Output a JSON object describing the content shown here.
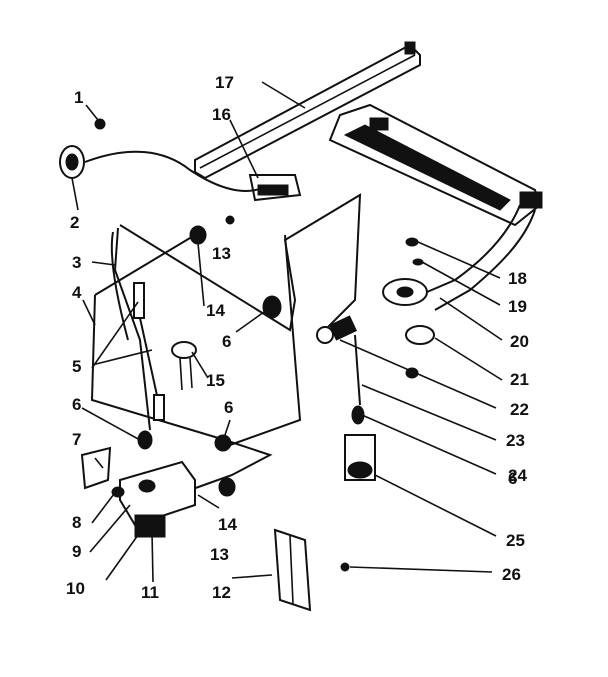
{
  "callouts": [
    {
      "id": "c1",
      "text": "1"
    },
    {
      "id": "c2",
      "text": "2"
    },
    {
      "id": "c3",
      "text": "3"
    },
    {
      "id": "c4",
      "text": "4"
    },
    {
      "id": "c5",
      "text": "5"
    },
    {
      "id": "c6a",
      "text": "6"
    },
    {
      "id": "c6b",
      "text": "6"
    },
    {
      "id": "c6c",
      "text": "6"
    },
    {
      "id": "c6d",
      "text": "6"
    },
    {
      "id": "c7",
      "text": "7"
    },
    {
      "id": "c8",
      "text": "8"
    },
    {
      "id": "c9",
      "text": "9"
    },
    {
      "id": "c10",
      "text": "10"
    },
    {
      "id": "c11",
      "text": "11"
    },
    {
      "id": "c12",
      "text": "12"
    },
    {
      "id": "c13a",
      "text": "13"
    },
    {
      "id": "c13b",
      "text": "13"
    },
    {
      "id": "c14a",
      "text": "14"
    },
    {
      "id": "c14b",
      "text": "14"
    },
    {
      "id": "c15",
      "text": "15"
    },
    {
      "id": "c16",
      "text": "16"
    },
    {
      "id": "c17",
      "text": "17"
    },
    {
      "id": "c18",
      "text": "18"
    },
    {
      "id": "c19",
      "text": "19"
    },
    {
      "id": "c20",
      "text": "20"
    },
    {
      "id": "c21",
      "text": "21"
    },
    {
      "id": "c22",
      "text": "22"
    },
    {
      "id": "c23",
      "text": "23"
    },
    {
      "id": "c24",
      "text": "24"
    },
    {
      "id": "c25",
      "text": "25"
    },
    {
      "id": "c26",
      "text": "26"
    }
  ]
}
